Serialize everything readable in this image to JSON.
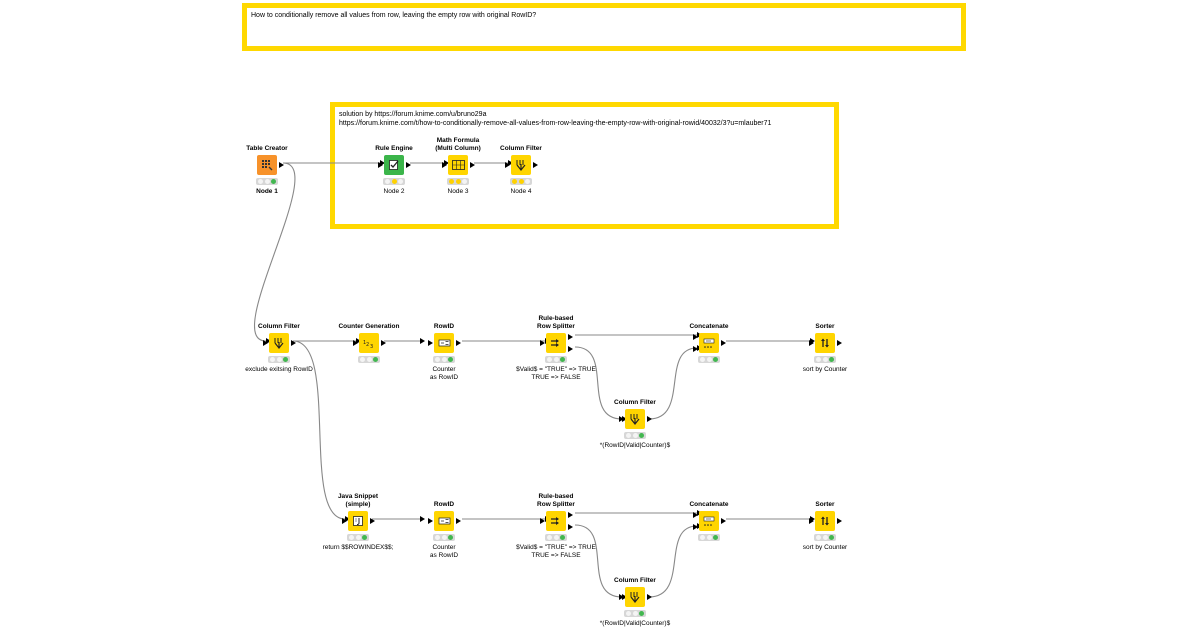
{
  "annotations": {
    "question": "How to conditionally remove all values from row, leaving the empty row with original RowID?",
    "solution": "solution by https://forum.knime.com/u/bruno29a\nhttps://forum.knime.com/t/how-to-conditionally-remove-all-values-from-row-leaving-the-empty-row-with-original-rowid/40032/3?u=mlauber71"
  },
  "colors": {
    "annotation_border": "#FFD800",
    "node_yellow": "#FFD500",
    "node_orange": "#F7922A",
    "node_green": "#3BB54A",
    "wire": "#888888"
  },
  "nodes": {
    "table_creator": {
      "title": "Table Creator",
      "label": "Node 1",
      "icon": "table-creator-icon"
    },
    "rule_engine": {
      "title": "Rule Engine",
      "label": "Node 2",
      "icon": "rule-engine-icon"
    },
    "math_formula": {
      "title": "Math Formula\n(Multi Column)",
      "label": "Node 3",
      "icon": "math-formula-icon"
    },
    "column_filter_top": {
      "title": "Column Filter",
      "label": "Node 4",
      "icon": "column-filter-icon"
    },
    "column_filter_1": {
      "title": "Column Filter",
      "label": "exclude exitsing RowID",
      "icon": "column-filter-icon"
    },
    "counter_generation": {
      "title": "Counter Generation",
      "label": "",
      "icon": "counter-generation-icon"
    },
    "rowid_1": {
      "title": "RowID",
      "label": "Counter\nas RowID",
      "icon": "rowid-icon"
    },
    "splitter_1": {
      "title": "Rule-based\nRow Splitter",
      "label": "$Valid$ = \"TRUE\" => TRUE\nTRUE => FALSE",
      "icon": "row-splitter-icon"
    },
    "column_filter_2": {
      "title": "Column Filter",
      "label": "*(RowID|Valid|Counter)$",
      "icon": "column-filter-icon"
    },
    "concatenate_1": {
      "title": "Concatenate",
      "label": "",
      "icon": "concatenate-icon"
    },
    "sorter_1": {
      "title": "Sorter",
      "label": "sort by Counter",
      "icon": "sorter-icon"
    },
    "java_snippet": {
      "title": "Java Snippet\n(simple)",
      "label": "return $$ROWINDEX$$;",
      "icon": "java-snippet-icon"
    },
    "rowid_2": {
      "title": "RowID",
      "label": "Counter\nas RowID",
      "icon": "rowid-icon"
    },
    "splitter_2": {
      "title": "Rule-based\nRow Splitter",
      "label": "$Valid$ = \"TRUE\" => TRUE\nTRUE => FALSE",
      "icon": "row-splitter-icon"
    },
    "column_filter_3": {
      "title": "Column Filter",
      "label": "*(RowID|Valid|Counter)$",
      "icon": "column-filter-icon"
    },
    "concatenate_2": {
      "title": "Concatenate",
      "label": "",
      "icon": "concatenate-icon"
    },
    "sorter_2": {
      "title": "Sorter",
      "label": "sort by Counter",
      "icon": "sorter-icon"
    }
  }
}
